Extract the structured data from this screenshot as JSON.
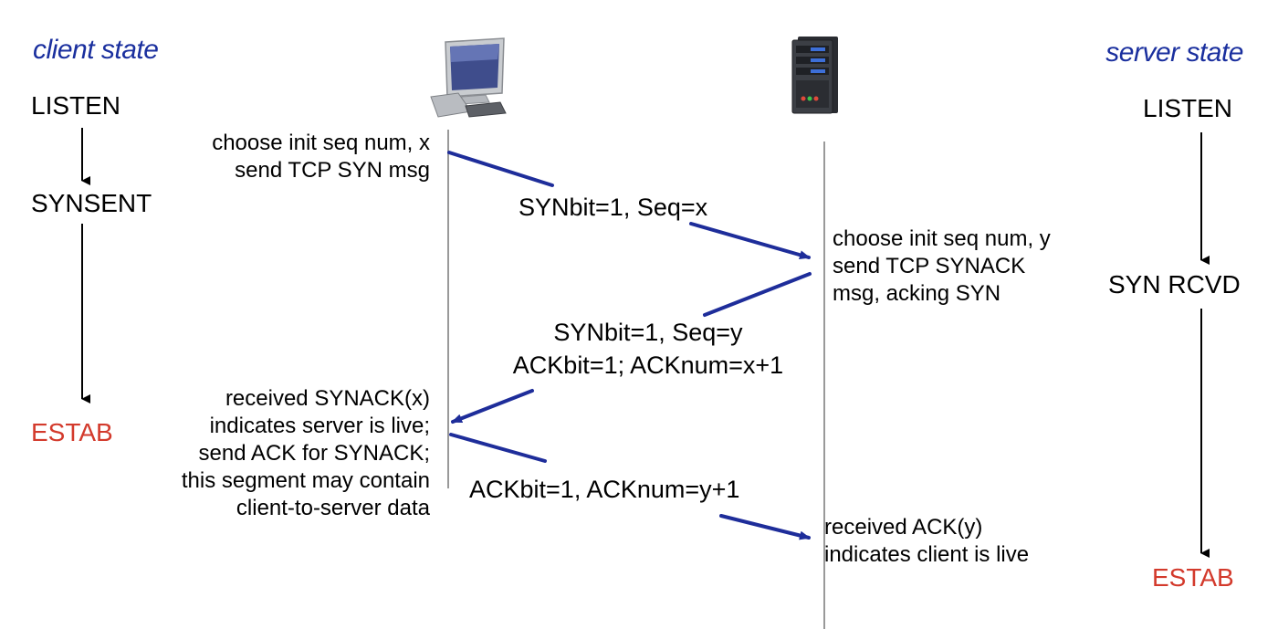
{
  "client": {
    "heading": "client state",
    "states": {
      "listen": "LISTEN",
      "synsent": "SYNSENT",
      "estab": "ESTAB"
    },
    "step1": {
      "line1": "choose init seq num, x",
      "line2": "send TCP SYN msg"
    },
    "step3": {
      "line1": "received SYNACK(x)",
      "line2": "indicates server is live;",
      "line3": "send ACK for SYNACK;",
      "line4": "this segment may contain",
      "line5": "client-to-server data"
    }
  },
  "server": {
    "heading": "server state",
    "states": {
      "listen": "LISTEN",
      "synrcvd": "SYN RCVD",
      "estab": "ESTAB"
    },
    "step2": {
      "line1": "choose init seq num, y",
      "line2": "send TCP SYNACK",
      "line3": "msg, acking SYN"
    },
    "step4": {
      "line1": "received ACK(y)",
      "line2": "indicates client is live"
    }
  },
  "messages": {
    "syn": "SYNbit=1, Seq=x",
    "synack": {
      "line1": "SYNbit=1, Seq=y",
      "line2": "ACKbit=1; ACKnum=x+1"
    },
    "ack": "ACKbit=1, ACKnum=y+1"
  },
  "colors": {
    "heading": "#1a2f9e",
    "estab": "#d33a2c",
    "message_arrow": "#1e2d9a",
    "state_arrow": "#000000",
    "timeline": "#999999"
  },
  "icons": {
    "client": "desktop-computer-icon",
    "server": "server-rack-icon"
  }
}
